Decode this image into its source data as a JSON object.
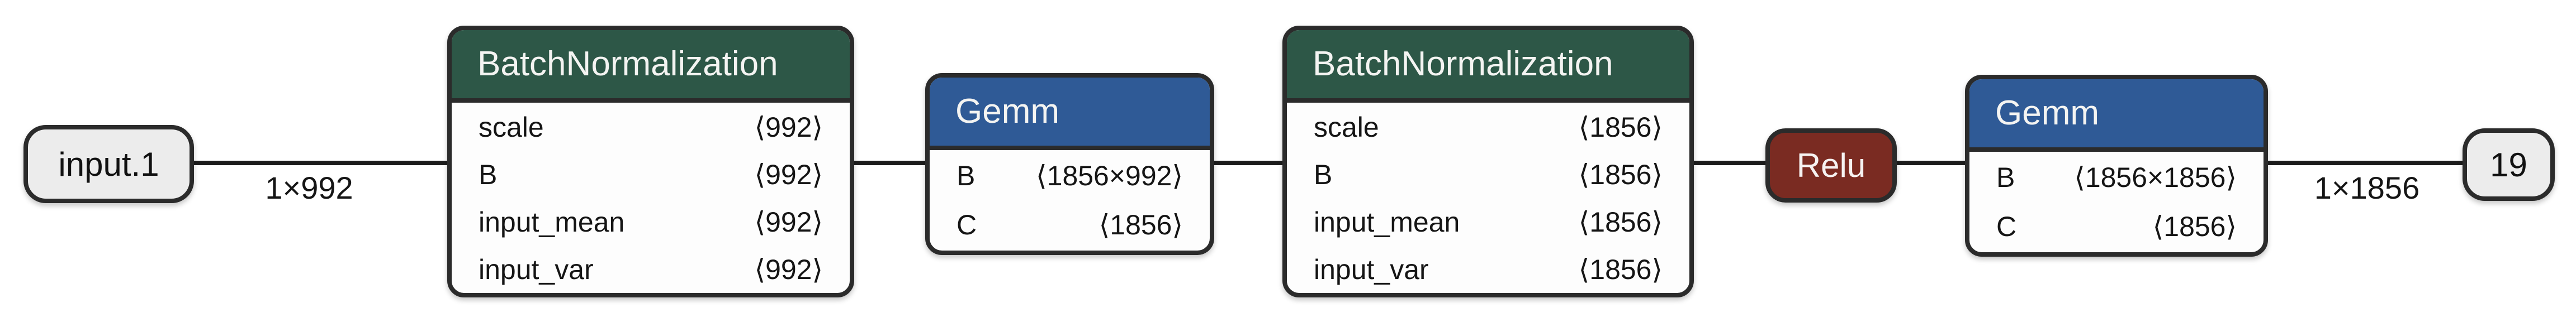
{
  "nodes": {
    "input": {
      "label": "input.1"
    },
    "bn1": {
      "title": "BatchNormalization",
      "rows": [
        {
          "label": "scale",
          "value": "⟨992⟩"
        },
        {
          "label": "B",
          "value": "⟨992⟩"
        },
        {
          "label": "input_mean",
          "value": "⟨992⟩"
        },
        {
          "label": "input_var",
          "value": "⟨992⟩"
        }
      ]
    },
    "gemm1": {
      "title": "Gemm",
      "rows": [
        {
          "label": "B",
          "value": "⟨1856×992⟩"
        },
        {
          "label": "C",
          "value": "⟨1856⟩"
        }
      ]
    },
    "bn2": {
      "title": "BatchNormalization",
      "rows": [
        {
          "label": "scale",
          "value": "⟨1856⟩"
        },
        {
          "label": "B",
          "value": "⟨1856⟩"
        },
        {
          "label": "input_mean",
          "value": "⟨1856⟩"
        },
        {
          "label": "input_var",
          "value": "⟨1856⟩"
        }
      ]
    },
    "relu": {
      "title": "Relu"
    },
    "gemm2": {
      "title": "Gemm",
      "rows": [
        {
          "label": "B",
          "value": "⟨1856×1856⟩"
        },
        {
          "label": "C",
          "value": "⟨1856⟩"
        }
      ]
    },
    "output": {
      "label": "19"
    }
  },
  "edges": {
    "input_to_bn1": {
      "label": "1×992"
    },
    "gemm2_to_output": {
      "label": "1×1856"
    }
  },
  "colors": {
    "normalization_header": "#2d5747",
    "layer_header": "#2f5a96",
    "activation_fill": "#7a2b22",
    "io_fill": "#ececec",
    "node_border": "#2b2b2b",
    "edge_line": "#1c1c1c",
    "background": "#ffffff"
  }
}
